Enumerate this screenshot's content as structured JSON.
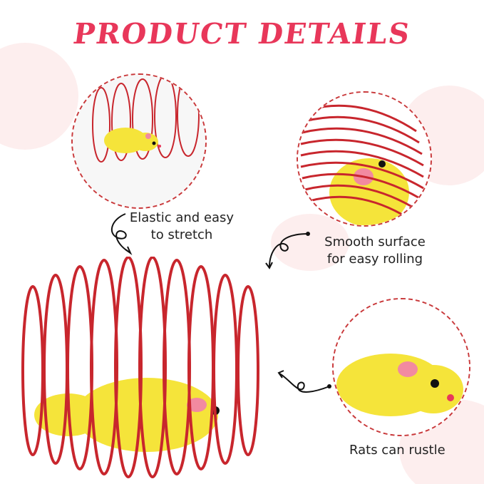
{
  "title": "PRODUCT DETAILS",
  "features": {
    "stretch": {
      "line1": "Elastic and easy",
      "line2": "to stretch"
    },
    "rolling": {
      "line1": "Smooth surface",
      "line2": "for easy rolling"
    },
    "rustle": {
      "line1": "Rats can rustle"
    }
  },
  "colors": {
    "title": "#e8375a",
    "spring": "#c8262d",
    "dash": "#c9393b",
    "mouse": "#f5e43a",
    "background_blob": "#fdeeee"
  },
  "icons": [
    "curly-arrow-icon"
  ]
}
